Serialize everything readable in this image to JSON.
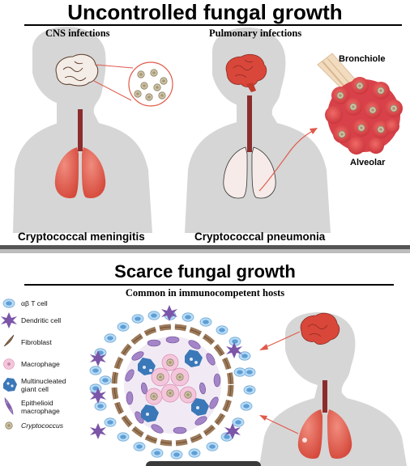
{
  "top": {
    "title": "Uncontrolled fungal growth",
    "cns_header": "CNS infections",
    "pulmonary_header": "Pulmonary infections",
    "bronchiole_label": "Bronchiole",
    "alveolar_label": "Alveolar",
    "left_caption": "Cryptococcal meningitis",
    "right_caption": "Cryptococcal pneumonia"
  },
  "bottom": {
    "title": "Scarce fungal growth",
    "subtitle": "Common in immunocompetent hosts"
  },
  "legend": [
    {
      "label": "αβ T cell",
      "icon": "t-cell-icon",
      "italic": false
    },
    {
      "label": "Dendritic cell",
      "icon": "dendritic-cell-icon",
      "italic": false
    },
    {
      "label": "Fibroblast",
      "icon": "fibroblast-icon",
      "italic": false
    },
    {
      "label": "Macrophage",
      "icon": "macrophage-icon",
      "italic": false
    },
    {
      "label": "Multinucleated giant cell",
      "icon": "giant-cell-icon",
      "italic": false
    },
    {
      "label": "Epithelioid macrophage",
      "icon": "epithelioid-macrophage-icon",
      "italic": false
    },
    {
      "label": "Cryptococcus",
      "icon": "cryptococcus-icon",
      "italic": true
    }
  ],
  "colors": {
    "body_silhouette": "#d6d6d6",
    "lung": "#e8685a",
    "brain": "#d9473a",
    "t_cell": "#a9d3f2",
    "dendritic": "#7b55a8",
    "fibroblast": "#8a6a4f",
    "macrophage": "#f4c6dc",
    "giant_cell": "#3a78b8",
    "epithelioid": "#9b7bc0",
    "divider": "#555555"
  }
}
